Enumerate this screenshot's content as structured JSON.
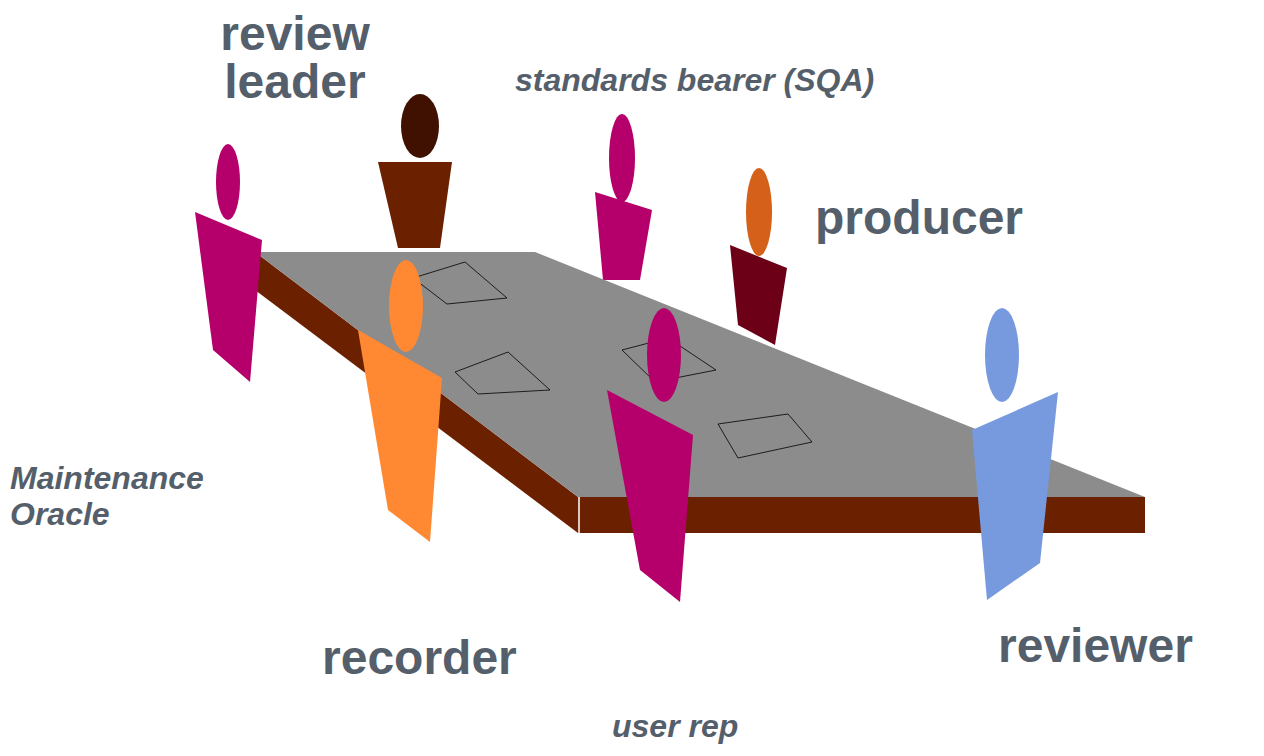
{
  "diagram": {
    "labels": [
      "review leader",
      "standards bearer (SQA)",
      "producer",
      "Maintenance Oracle",
      "recorder",
      "user rep",
      "reviewer"
    ]
  }
}
